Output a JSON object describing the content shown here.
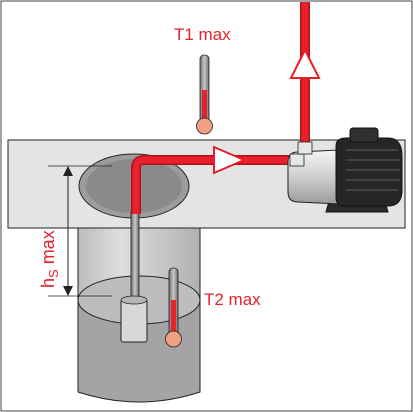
{
  "labels": {
    "t1": "T1 max",
    "t2": "T2 max",
    "hs_main": "h",
    "hs_sub": "S",
    "hs_tail": " max"
  },
  "colors": {
    "pipe_red": "#e8202a",
    "pipe_dark": "#b0121a",
    "label_red": "#e8202a",
    "floor_gray": "#e4e4e4",
    "well_gray": "#d4d4d4",
    "water_gray": "#a8a8a8",
    "pump_body": "#dcdcdc",
    "motor_black": "#262626",
    "outline": "#222222",
    "thermo_tube": "#8a8a8a",
    "thermo_bulb": "#f0a080"
  },
  "icons": {
    "thermometer_1": "thermometer-icon",
    "thermometer_2": "thermometer-icon",
    "flow_arrow": "triangle-arrow-icon",
    "pump": "pump-icon"
  }
}
